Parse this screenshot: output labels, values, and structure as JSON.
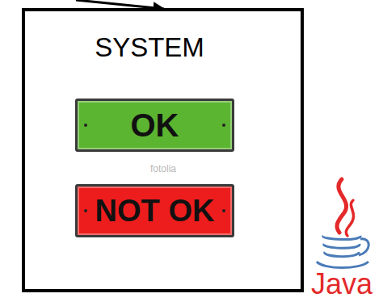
{
  "diagram": {
    "nodes": [
      {
        "text": [
          "SYSTEM"
        ]
      },
      {
        "text": [
          "OK"
        ],
        "in": 0
      },
      {
        "text": [
          "NOT OK"
        ],
        "in": 0
      }
    ],
    "labels": [
      "fotolia",
      "Java"
    ]
  }
}
